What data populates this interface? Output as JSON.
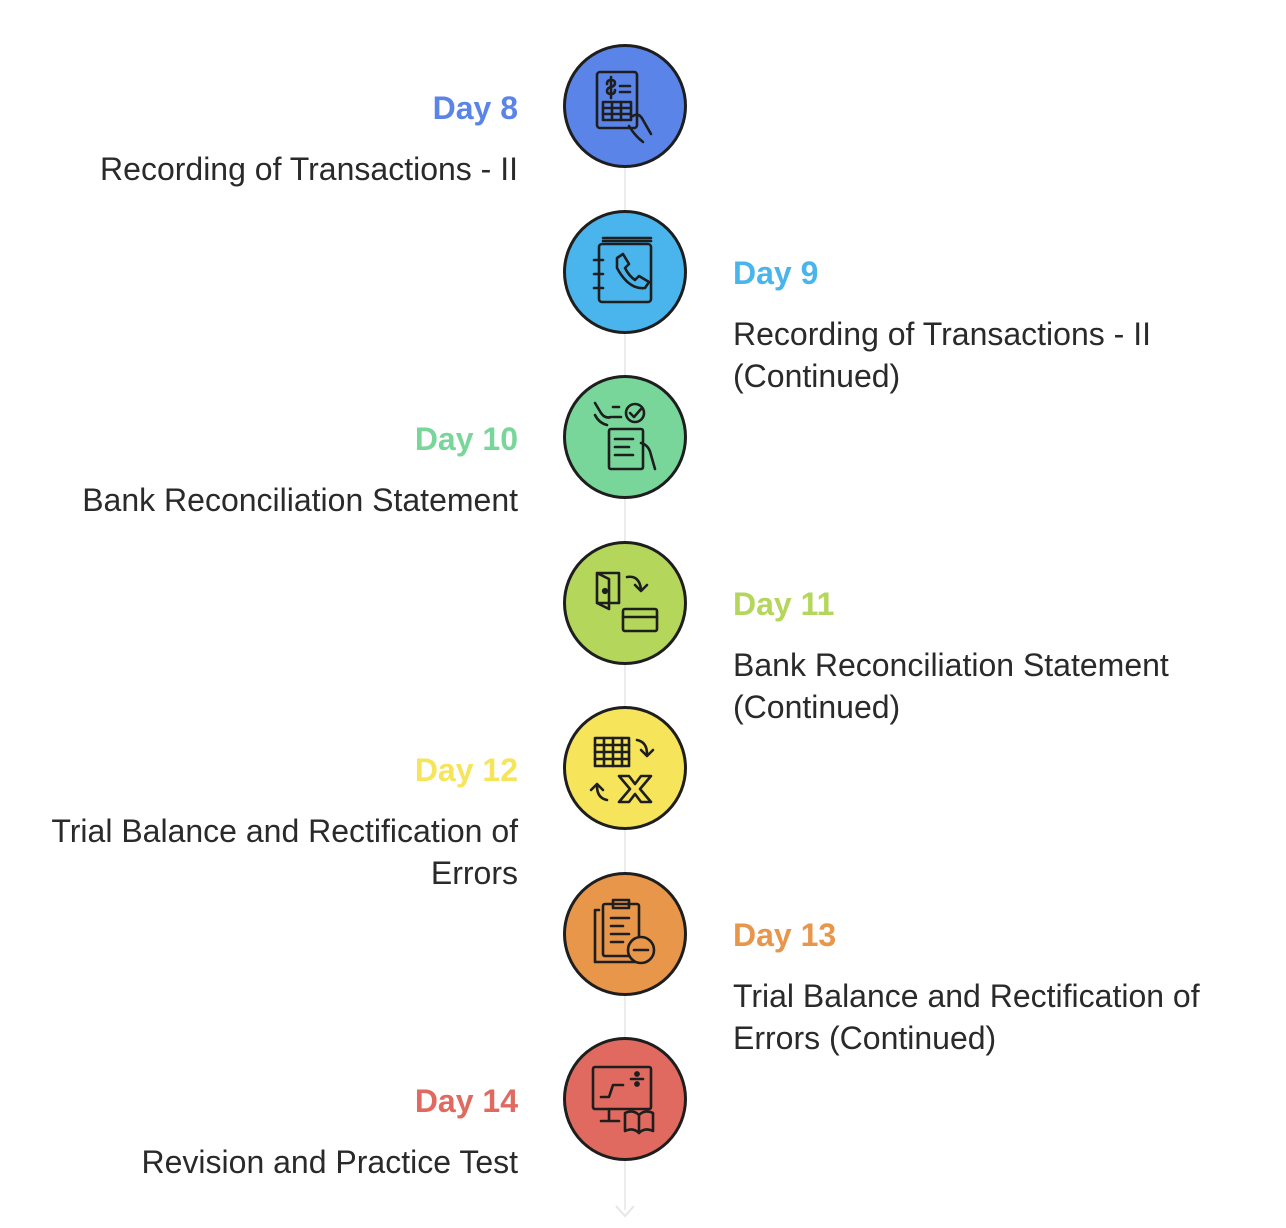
{
  "steps": [
    {
      "day": "Day 8",
      "title": "Recording of Transactions - II",
      "icon": "accounting-ledger-icon",
      "color": "#5b84e8",
      "side": "left"
    },
    {
      "day": "Day 9",
      "title": "Recording of Transactions - II (Continued)",
      "icon": "phone-book-icon",
      "color": "#49b5ec",
      "side": "right"
    },
    {
      "day": "Day 10",
      "title": "Bank Reconciliation Statement",
      "icon": "checklist-document-icon",
      "color": "#79d69a",
      "side": "left"
    },
    {
      "day": "Day 11",
      "title": "Bank Reconciliation Statement (Continued)",
      "icon": "wallet-card-transfer-icon",
      "color": "#b4d65b",
      "side": "right"
    },
    {
      "day": "Day 12",
      "title": "Trial Balance and Rectification of Errors",
      "icon": "table-error-icon",
      "color": "#f6e45a",
      "side": "left"
    },
    {
      "day": "Day 13",
      "title": "Trial Balance and Rectification of Errors (Continued)",
      "icon": "clipboard-remove-icon",
      "color": "#e8964a",
      "side": "right"
    },
    {
      "day": "Day 14",
      "title": "Revision and Practice Test",
      "icon": "chart-book-icon",
      "color": "#e06a60",
      "side": "left"
    }
  ]
}
